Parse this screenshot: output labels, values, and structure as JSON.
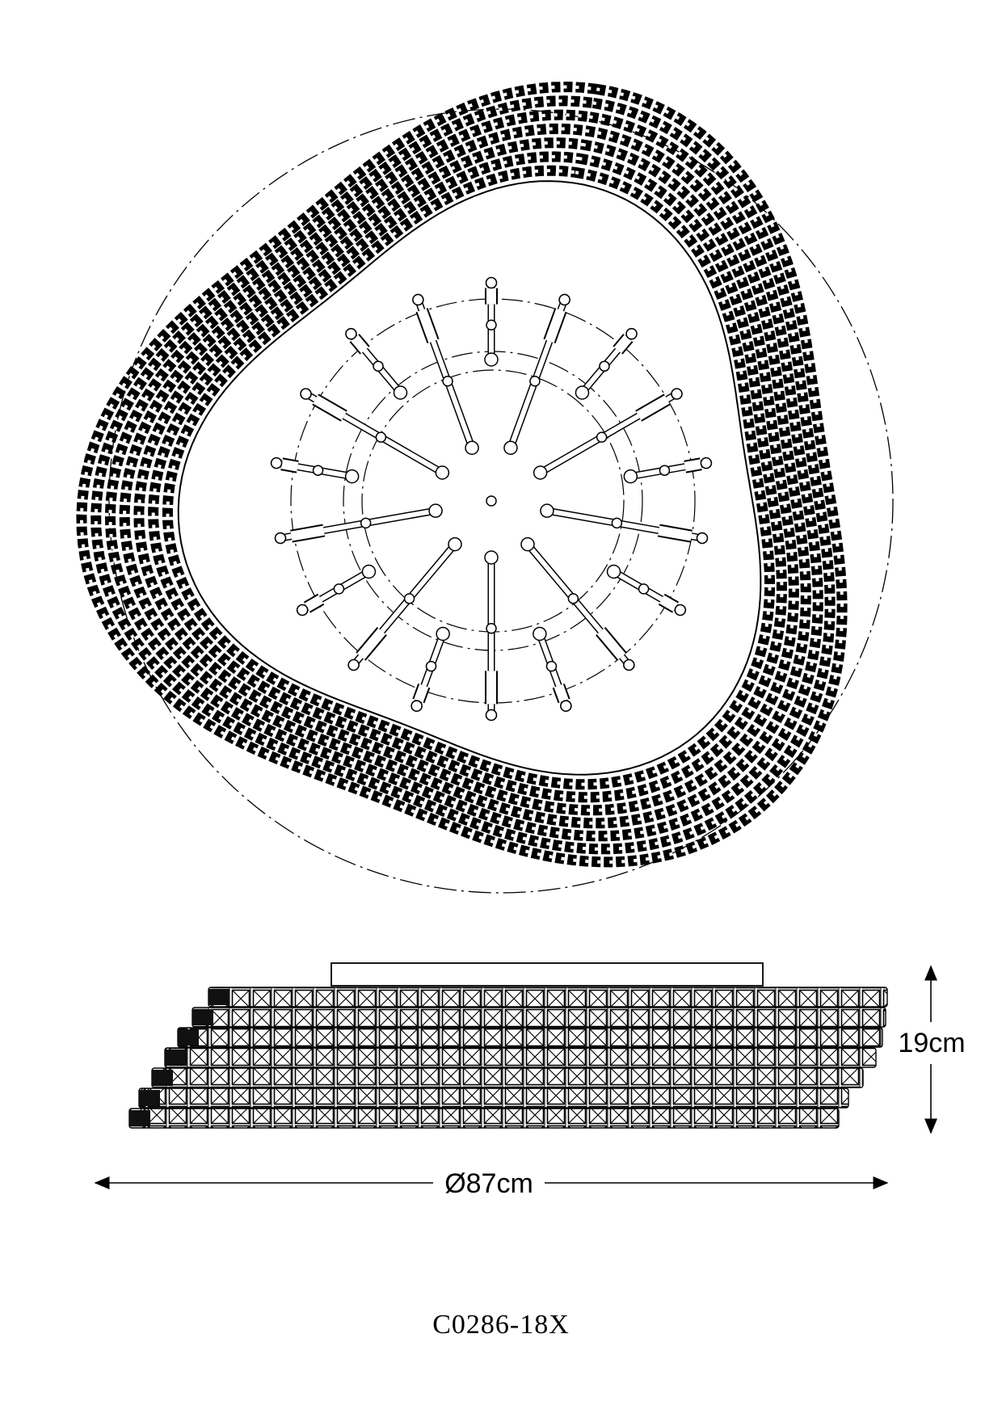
{
  "labels": {
    "height": "19cm",
    "diameter": "Ø87cm",
    "model_code": "C0286-18X"
  },
  "fixture": {
    "arm_count": 18
  }
}
